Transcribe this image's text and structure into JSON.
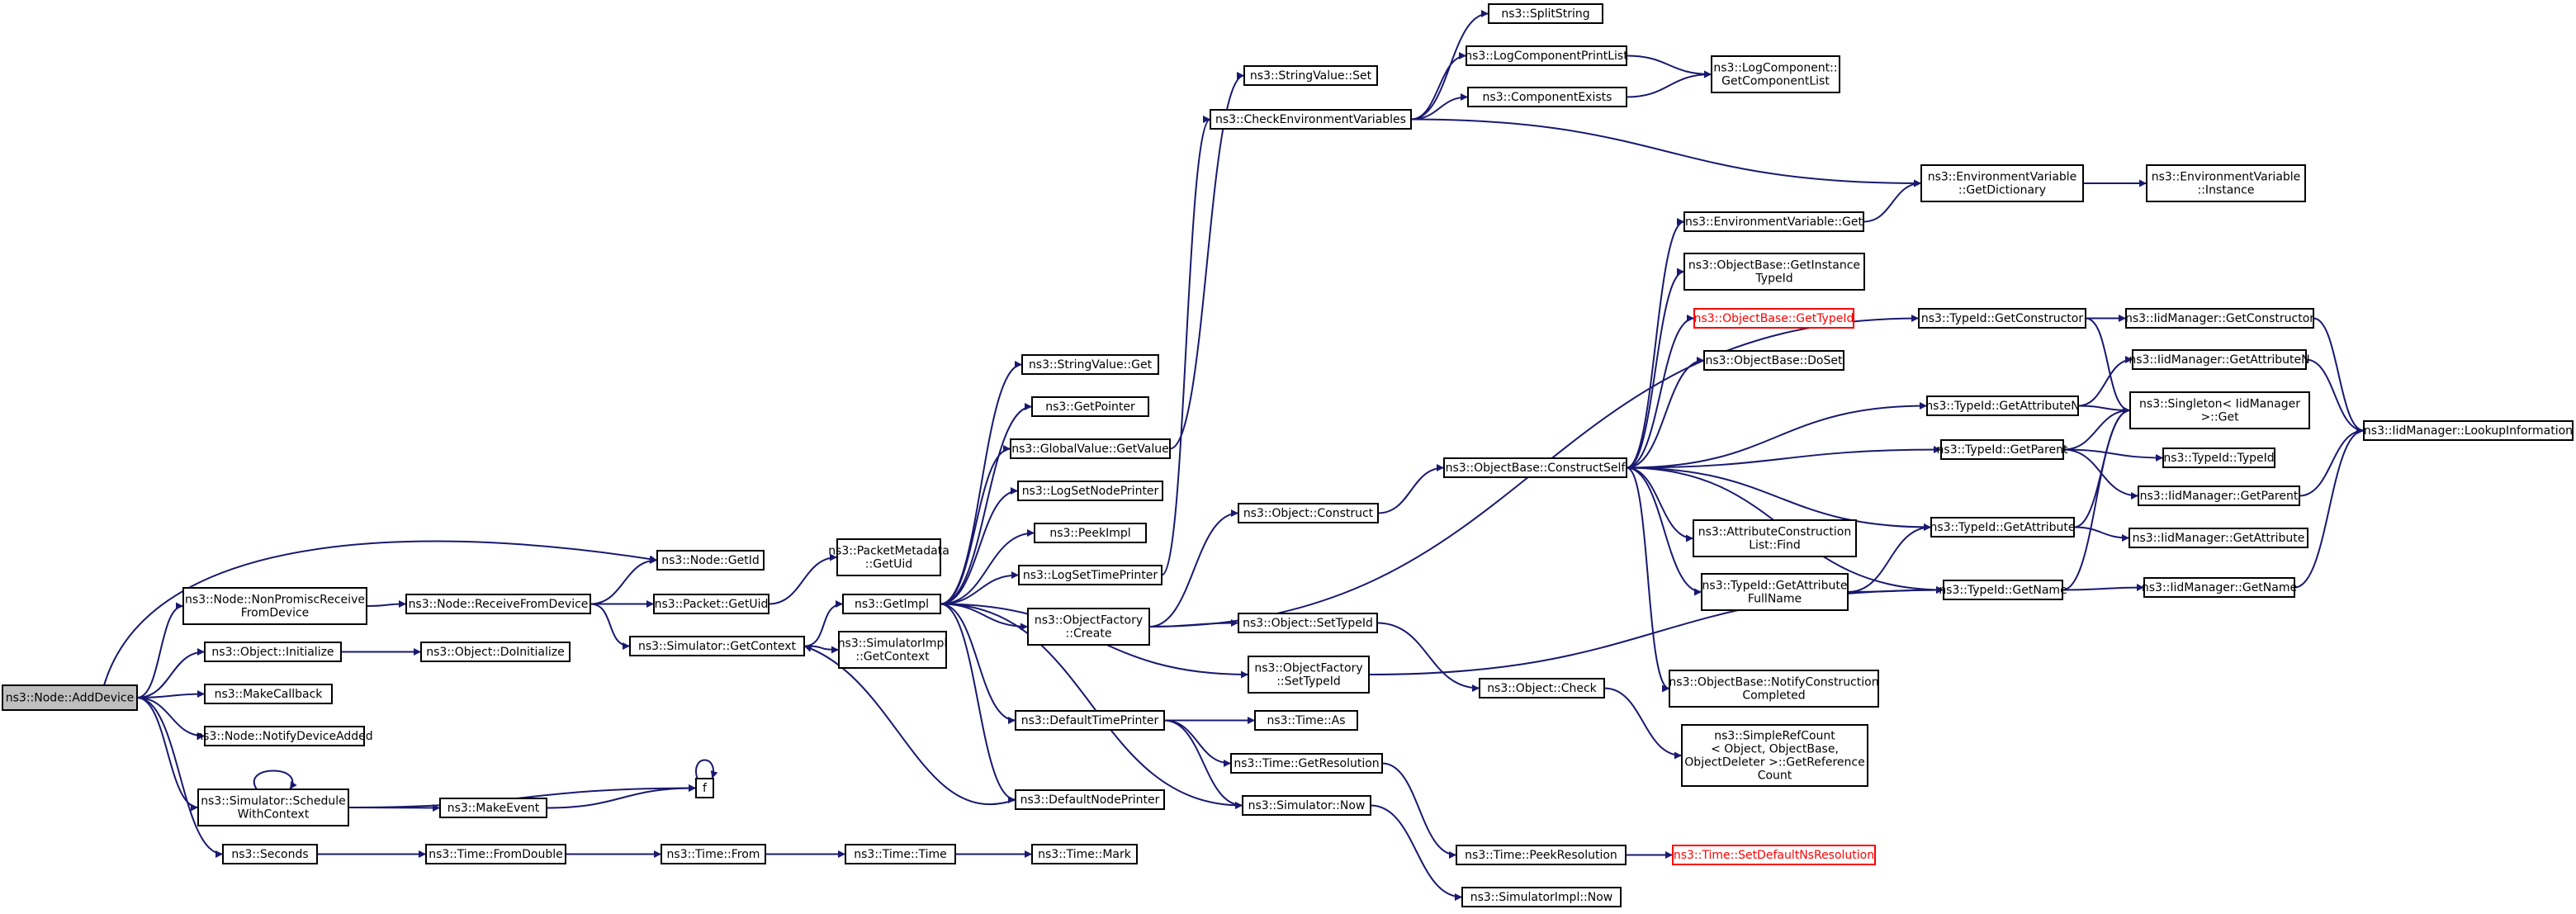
{
  "nodes": [
    {
      "id": "adddevice",
      "label": [
        "ns3::Node::AddDevice"
      ],
      "root": true
    },
    {
      "id": "getid",
      "label": [
        "ns3::Node::GetId"
      ]
    },
    {
      "id": "nonpromisc",
      "label": [
        "ns3::Node::NonPromiscReceive",
        "FromDevice"
      ]
    },
    {
      "id": "receivefrom",
      "label": [
        "ns3::Node::ReceiveFromDevice"
      ]
    },
    {
      "id": "packetgetuid",
      "label": [
        "ns3::Packet::GetUid"
      ]
    },
    {
      "id": "pmgetuid",
      "label": [
        "ns3::PacketMetadata",
        "::GetUid"
      ]
    },
    {
      "id": "objinit",
      "label": [
        "ns3::Object::Initialize"
      ]
    },
    {
      "id": "objdoinit",
      "label": [
        "ns3::Object::DoInitialize"
      ]
    },
    {
      "id": "makecallback",
      "label": [
        "ns3::MakeCallback"
      ]
    },
    {
      "id": "notifyadded",
      "label": [
        "ns3::Node::NotifyDeviceAdded"
      ]
    },
    {
      "id": "schedulectx",
      "label": [
        "ns3::Simulator::Schedule",
        "WithContext"
      ]
    },
    {
      "id": "makeevent",
      "label": [
        "ns3::MakeEvent"
      ]
    },
    {
      "id": "f",
      "label": [
        "f"
      ]
    },
    {
      "id": "seconds",
      "label": [
        "ns3::Seconds"
      ]
    },
    {
      "id": "fromdouble",
      "label": [
        "ns3::Time::FromDouble"
      ]
    },
    {
      "id": "timefrom",
      "label": [
        "ns3::Time::From"
      ]
    },
    {
      "id": "timetime",
      "label": [
        "ns3::Time::Time"
      ]
    },
    {
      "id": "timemark",
      "label": [
        "ns3::Time::Mark"
      ]
    },
    {
      "id": "simgetctx",
      "label": [
        "ns3::Simulator::GetContext"
      ]
    },
    {
      "id": "getimpl",
      "label": [
        "ns3::GetImpl"
      ]
    },
    {
      "id": "simimplgetctx",
      "label": [
        "ns3::SimulatorImpl",
        "::GetContext"
      ]
    },
    {
      "id": "strvalget",
      "label": [
        "ns3::StringValue::Get"
      ]
    },
    {
      "id": "getpointer",
      "label": [
        "ns3::GetPointer"
      ]
    },
    {
      "id": "globalvalget",
      "label": [
        "ns3::GlobalValue::GetValue"
      ]
    },
    {
      "id": "logsetnode",
      "label": [
        "ns3::LogSetNodePrinter"
      ]
    },
    {
      "id": "peekimpl",
      "label": [
        "ns3::PeekImpl"
      ]
    },
    {
      "id": "logsettime",
      "label": [
        "ns3::LogSetTimePrinter"
      ]
    },
    {
      "id": "objfactcreate",
      "label": [
        "ns3::ObjectFactory",
        "::Create"
      ]
    },
    {
      "id": "defaulttime",
      "label": [
        "ns3::DefaultTimePrinter"
      ]
    },
    {
      "id": "defaultnode",
      "label": [
        "ns3::DefaultNodePrinter"
      ]
    },
    {
      "id": "strvalset",
      "label": [
        "ns3::StringValue::Set"
      ]
    },
    {
      "id": "checkenv",
      "label": [
        "ns3::CheckEnvironmentVariables"
      ]
    },
    {
      "id": "splitstring",
      "label": [
        "ns3::SplitString"
      ]
    },
    {
      "id": "logcompprint",
      "label": [
        "ns3::LogComponentPrintList"
      ]
    },
    {
      "id": "compexists",
      "label": [
        "ns3::ComponentExists"
      ]
    },
    {
      "id": "logcompgetlist",
      "label": [
        "ns3::LogComponent::",
        "GetComponentList"
      ]
    },
    {
      "id": "envgetdict",
      "label": [
        "ns3::EnvironmentVariable",
        "::GetDictionary"
      ]
    },
    {
      "id": "envinstance",
      "label": [
        "ns3::EnvironmentVariable",
        "::Instance"
      ]
    },
    {
      "id": "envget",
      "label": [
        "ns3::EnvironmentVariable::Get"
      ]
    },
    {
      "id": "objbasegetinst",
      "label": [
        "ns3::ObjectBase::GetInstance",
        "TypeId"
      ]
    },
    {
      "id": "objbasegettype",
      "label": [
        "ns3::ObjectBase::GetTypeId"
      ],
      "red": true
    },
    {
      "id": "objbasedoset",
      "label": [
        "ns3::ObjectBase::DoSet"
      ]
    },
    {
      "id": "constructself",
      "label": [
        "ns3::ObjectBase::ConstructSelf"
      ]
    },
    {
      "id": "objconstruct",
      "label": [
        "ns3::Object::Construct"
      ]
    },
    {
      "id": "attrconstfind",
      "label": [
        "ns3::AttributeConstruction",
        "List::Find"
      ]
    },
    {
      "id": "tidgetattrfull",
      "label": [
        "ns3::TypeId::GetAttribute",
        "FullName"
      ]
    },
    {
      "id": "objsettype",
      "label": [
        "ns3::Object::SetTypeId"
      ]
    },
    {
      "id": "objfactsettype",
      "label": [
        "ns3::ObjectFactory",
        "::SetTypeId"
      ]
    },
    {
      "id": "objcheck",
      "label": [
        "ns3::Object::Check"
      ]
    },
    {
      "id": "notifyconst",
      "label": [
        "ns3::ObjectBase::NotifyConstruction",
        "Completed"
      ]
    },
    {
      "id": "simplerefcount",
      "label": [
        "ns3::SimpleRefCount",
        "< Object, ObjectBase,",
        "ObjectDeleter >::GetReference",
        "Count"
      ]
    },
    {
      "id": "timeas",
      "label": [
        "ns3::Time::As"
      ]
    },
    {
      "id": "timegetres",
      "label": [
        "ns3::Time::GetResolution"
      ]
    },
    {
      "id": "simnow",
      "label": [
        "ns3::Simulator::Now"
      ]
    },
    {
      "id": "timepeekres",
      "label": [
        "ns3::Time::PeekResolution"
      ]
    },
    {
      "id": "timesetdefault",
      "label": [
        "ns3::Time::SetDefaultNsResolution"
      ],
      "red": true
    },
    {
      "id": "simimplnow",
      "label": [
        "ns3::SimulatorImpl::Now"
      ]
    },
    {
      "id": "tidgetctor",
      "label": [
        "ns3::TypeId::GetConstructor"
      ]
    },
    {
      "id": "iidgetctor",
      "label": [
        "ns3::IidManager::GetConstructor"
      ]
    },
    {
      "id": "iidgetattrn",
      "label": [
        "ns3::IidManager::GetAttributeN"
      ]
    },
    {
      "id": "tidgetattrn",
      "label": [
        "ns3::TypeId::GetAttributeN"
      ]
    },
    {
      "id": "singletonget",
      "label": [
        "ns3::Singleton< IidManager",
        " >::Get"
      ]
    },
    {
      "id": "tidgetparent",
      "label": [
        "ns3::TypeId::GetParent"
      ]
    },
    {
      "id": "tidtypeid",
      "label": [
        "ns3::TypeId::TypeId"
      ]
    },
    {
      "id": "iidgetparent",
      "label": [
        "ns3::IidManager::GetParent"
      ]
    },
    {
      "id": "tidgetattr",
      "label": [
        "ns3::TypeId::GetAttribute"
      ]
    },
    {
      "id": "iidgetattr",
      "label": [
        "ns3::IidManager::GetAttribute"
      ]
    },
    {
      "id": "tidgetname",
      "label": [
        "ns3::TypeId::GetName"
      ]
    },
    {
      "id": "iidgetname",
      "label": [
        "ns3::IidManager::GetName"
      ]
    },
    {
      "id": "iidlookup",
      "label": [
        "ns3::IidManager::LookupInformation"
      ]
    }
  ]
}
